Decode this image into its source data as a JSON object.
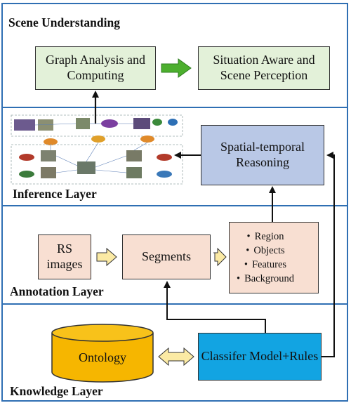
{
  "layers": {
    "scene": "Scene Understanding",
    "inference": "Inference Layer",
    "annotation": "Annotation Layer",
    "knowledge": "Knowledge Layer"
  },
  "boxes": {
    "graph_analysis": "Graph Analysis and Computing",
    "situation_aware": "Situation Aware and Scene Perception",
    "spatial_temporal": "Spatial-temporal Reasoning",
    "rs_images": "RS images",
    "segments": "Segments",
    "ontology": "Ontology",
    "classifier": "Classifer Model+Rules"
  },
  "bullets": [
    "Region",
    "Objects",
    "Features",
    "Background"
  ],
  "colors": {
    "layer_border": "#2f6fb3",
    "green_box": "#e3f1d9",
    "salmon_box": "#f8dfd2",
    "blue_box": "#b9c8e6",
    "classifier_box": "#12a4e2",
    "ontology_cylinder": "#f6b600",
    "block_arrow_green": "#4caf2e",
    "block_arrow_yellow": "#fbeaa4"
  }
}
